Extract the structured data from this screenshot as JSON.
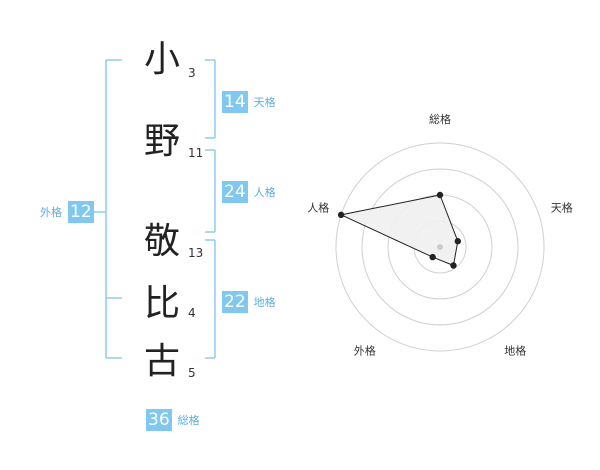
{
  "name": {
    "chars": [
      {
        "kanji": "小",
        "strokes": "3"
      },
      {
        "kanji": "野",
        "strokes": "11"
      },
      {
        "kanji": "敬",
        "strokes": "13"
      },
      {
        "kanji": "比",
        "strokes": "4"
      },
      {
        "kanji": "古",
        "strokes": "5"
      }
    ]
  },
  "fortunes": {
    "tenkaku": {
      "value": "14",
      "label": "天格"
    },
    "jinkaku": {
      "value": "24",
      "label": "人格"
    },
    "chikaku": {
      "value": "22",
      "label": "地格"
    },
    "gaikaku": {
      "value": "12",
      "label": "外格"
    },
    "soukaku": {
      "value": "36",
      "label": "総格"
    }
  },
  "colors": {
    "accent": "#80c8f0",
    "label": "#5aaee0",
    "bracket": "#8fcaee",
    "radar_fill": "#f0f0f0"
  },
  "chart_data": {
    "type": "radar",
    "axes": [
      "総格",
      "天格",
      "地格",
      "外格",
      "人格"
    ],
    "values": [
      0.5,
      0.18,
      0.22,
      0.12,
      1.0
    ],
    "rings": 4,
    "range": [
      0,
      1
    ]
  }
}
